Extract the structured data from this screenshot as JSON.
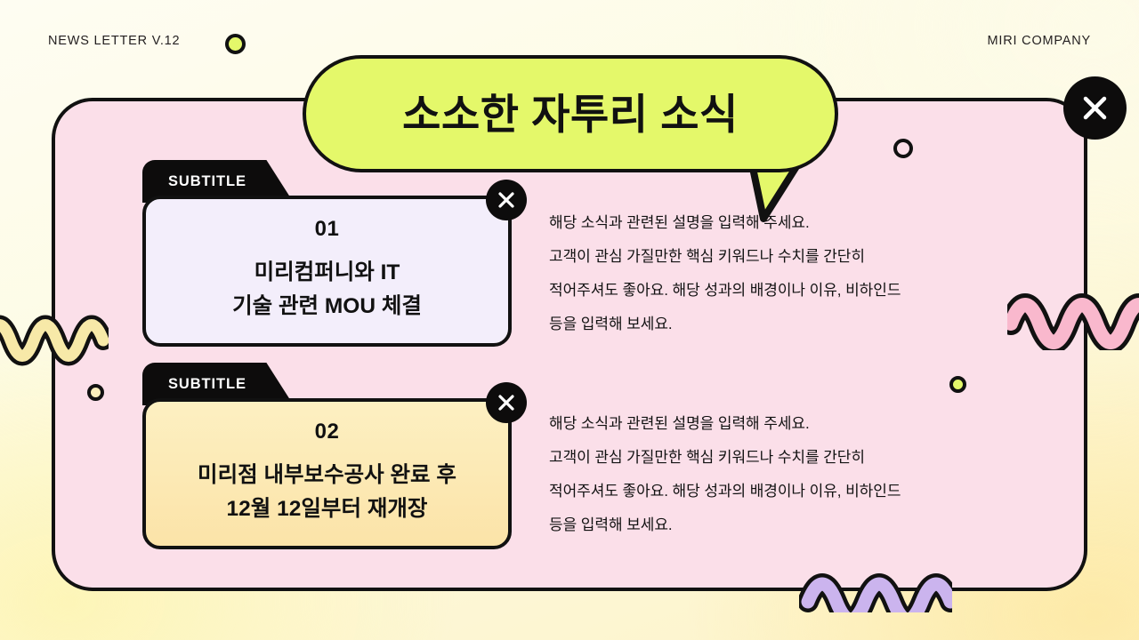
{
  "header": {
    "left_label": "NEWS LETTER V.12",
    "right_label": "MIRI COMPANY",
    "dot_icon": "lime-dot-icon"
  },
  "title": {
    "text": "소소한 자투리 소식",
    "bubble_color": "#e4f86a"
  },
  "close_buttons": {
    "main_icon": "close-icon",
    "card_icon": "close-icon"
  },
  "panel": {
    "background_color": "#fbdfe9",
    "border_color": "#111111"
  },
  "rows": [
    {
      "tab_label": "SUBTITLE",
      "number": "01",
      "headline_line_1": "미리컴퍼니와 IT",
      "headline_line_2": "기술 관련 MOU 체결",
      "card_color": "#f3eefb",
      "body_lines": [
        "해당 소식과 관련된 설명을 입력해 주세요.",
        "고객이 관심 가질만한 핵심 키워드나 수치를 간단히",
        "적어주셔도 좋아요. 해당 성과의 배경이나 이유, 비하인드",
        "등을 입력해 보세요."
      ]
    },
    {
      "tab_label": "SUBTITLE",
      "number": "02",
      "headline_line_1": "미리점 내부보수공사 완료 후",
      "headline_line_2": "12월 12일부터 재개장",
      "card_color": "#fbe3a8",
      "body_lines": [
        "해당 소식과 관련된 설명을 입력해 주세요.",
        "고객이 관심 가질만한 핵심 키워드나 수치를 간단히",
        "적어주셔도 좋아요. 해당 성과의 배경이나 이유, 비하인드",
        "등을 입력해 보세요."
      ]
    }
  ],
  "decorations": {
    "squiggle_left": {
      "name": "squiggle-cream-icon",
      "color": "#f7e9a8"
    },
    "squiggle_right": {
      "name": "squiggle-pink-icon",
      "color": "#f9b8cd"
    },
    "squiggle_bottom": {
      "name": "squiggle-purple-icon",
      "color": "#cbb4ee"
    },
    "ring_hollow": {
      "name": "ring-hollow-icon",
      "color": "#fbdfe9"
    },
    "ring_cream": {
      "name": "ring-cream-icon",
      "color": "#fbf0bc"
    },
    "ring_lime": {
      "name": "ring-lime-icon",
      "color": "#e4f86a"
    }
  }
}
